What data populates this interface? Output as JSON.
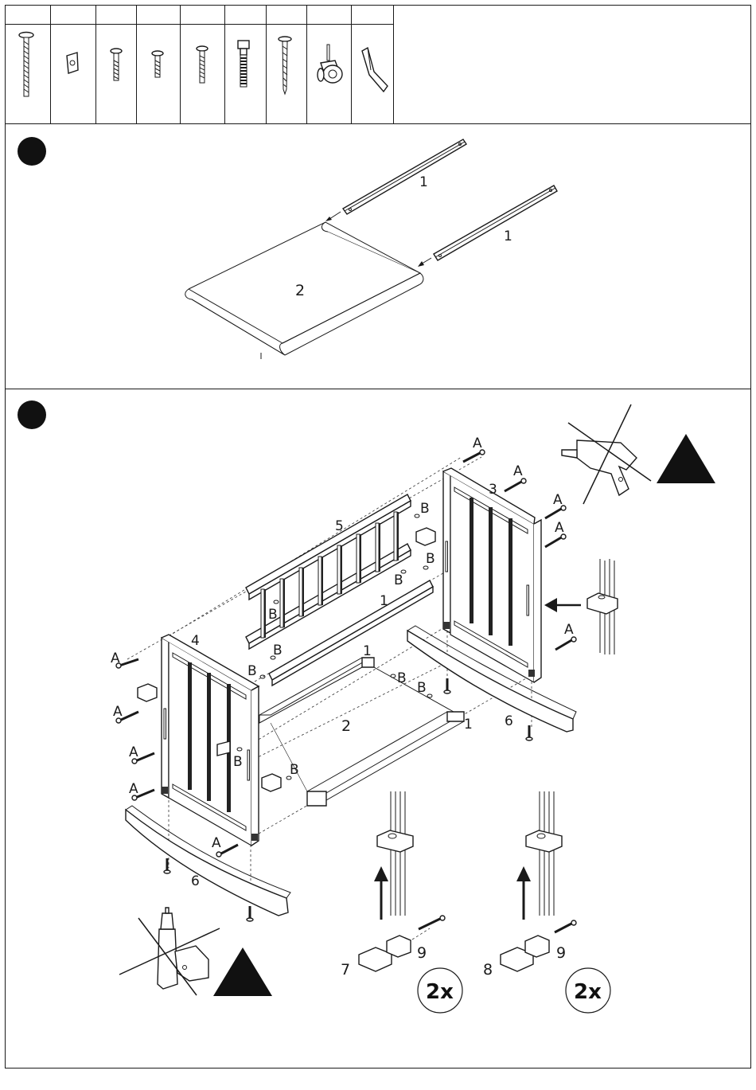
{
  "parts_table": {
    "columns": [
      "",
      "",
      "",
      "",
      "",
      "",
      "",
      "",
      ""
    ],
    "icons": [
      "long-bolt-icon",
      "barrel-nut-icon",
      "medium-bolt-icon",
      "short-bolt-icon",
      "bolt-icon",
      "wing-bolt-icon",
      "long-screw-icon",
      "caster-wheel-icon",
      "allen-key-icon"
    ]
  },
  "step1": {
    "rail_label_top": "1",
    "rail_label_bottom": "1",
    "base_label": "2"
  },
  "step2": {
    "labels": {
      "A": "A",
      "B": "B",
      "end_panel_right": "3",
      "end_panel_left": "4",
      "top_rail": "5",
      "rail": "1",
      "base": "2",
      "rocker": "6",
      "stopper_left": "7",
      "stopper_right": "8",
      "screw": "9"
    },
    "quantity_left": "2x",
    "quantity_right": "2x"
  },
  "icons": {
    "no_power_drill": "no-power-drill-icon",
    "no_glue": "no-glue-icon",
    "warning_triangle": "warning-triangle-icon"
  }
}
